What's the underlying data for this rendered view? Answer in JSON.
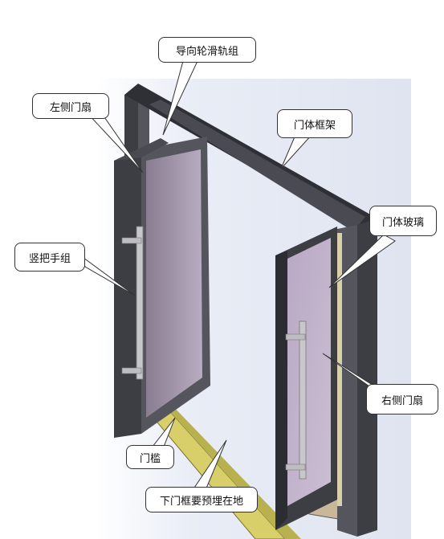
{
  "labels": {
    "guide_rail": "导向轮滑轨组",
    "left_leaf": "左侧门扇",
    "door_frame": "门体框架",
    "door_glass": "门体玻璃",
    "vertical_handle": "竖把手组",
    "right_leaf": "右侧门扇",
    "threshold": "门槛",
    "lower_frame_embedded": "下门框要预埋在地"
  },
  "colors": {
    "frame": "#3d3d44",
    "glass": "#b7a9c2",
    "threshold": "#d8cf6a",
    "handle": "#c8c8cc"
  }
}
